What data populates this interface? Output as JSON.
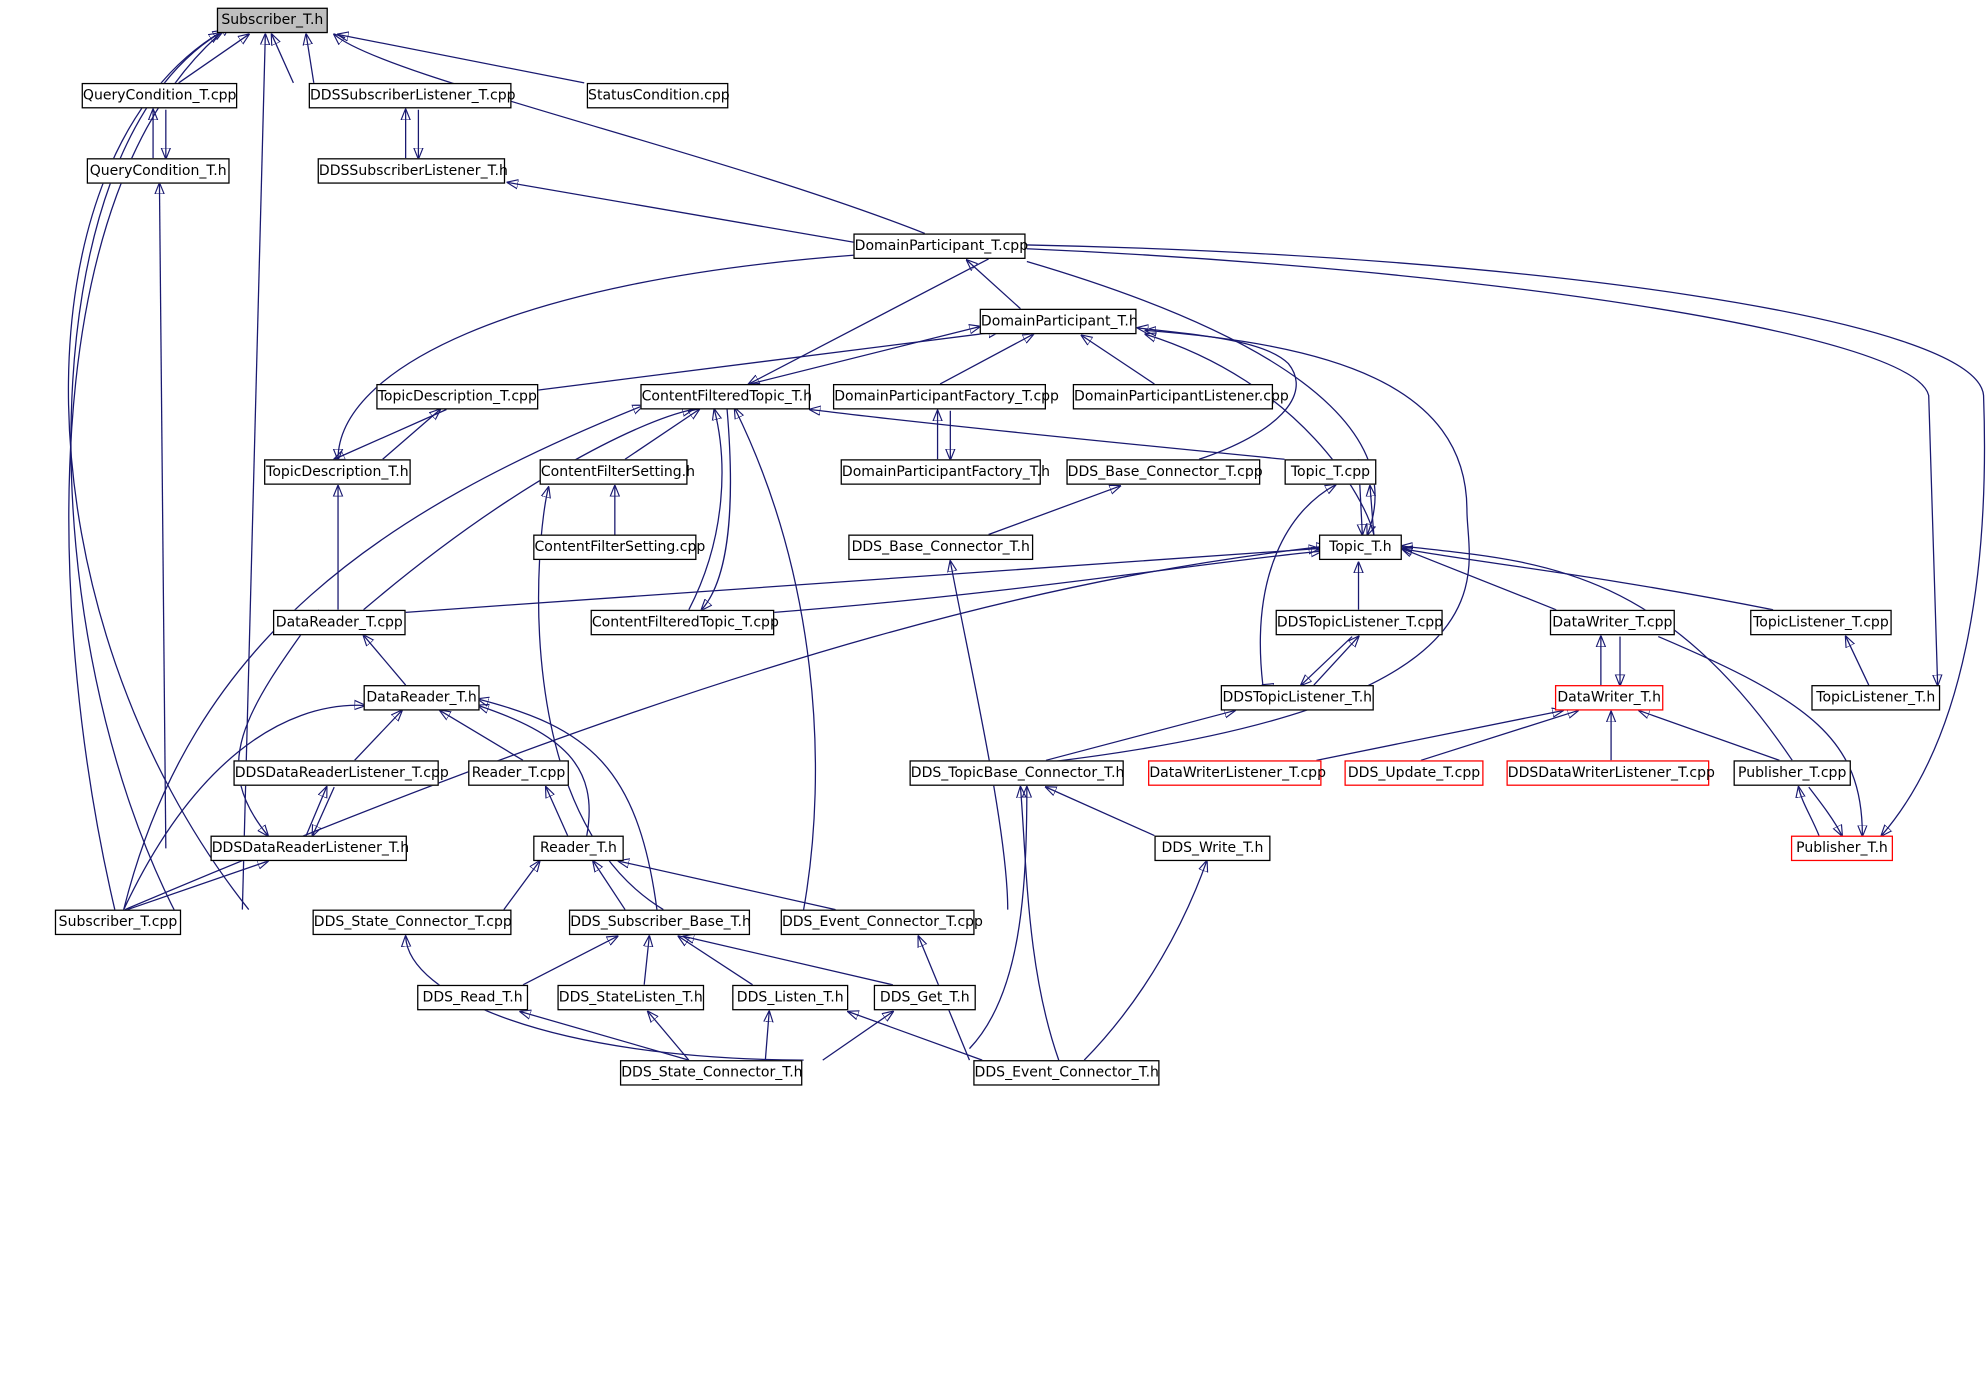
{
  "nodes": [
    {
      "id": "subscriber_h",
      "label": "Subscriber_T.h",
      "root": true
    },
    {
      "id": "querycond_cpp",
      "label": "QueryCondition_T.cpp"
    },
    {
      "id": "ddssublistener_cpp",
      "label": "DDSSubscriberListener_T.cpp"
    },
    {
      "id": "statuscond_cpp",
      "label": "StatusCondition.cpp"
    },
    {
      "id": "querycond_h",
      "label": "QueryCondition_T.h"
    },
    {
      "id": "ddssublistener_h",
      "label": "DDSSubscriberListener_T.h"
    },
    {
      "id": "dp_cpp",
      "label": "DomainParticipant_T.cpp"
    },
    {
      "id": "dp_h",
      "label": "DomainParticipant_T.h"
    },
    {
      "id": "topicdesc_cpp",
      "label": "TopicDescription_T.cpp"
    },
    {
      "id": "cft_h",
      "label": "ContentFilteredTopic_T.h"
    },
    {
      "id": "dpf_cpp",
      "label": "DomainParticipantFactory_T.cpp"
    },
    {
      "id": "dplistener_cpp",
      "label": "DomainParticipantListener.cpp"
    },
    {
      "id": "topicdesc_h",
      "label": "TopicDescription_T.h"
    },
    {
      "id": "cfs_h",
      "label": "ContentFilterSetting.h"
    },
    {
      "id": "dpf_h",
      "label": "DomainParticipantFactory_T.h"
    },
    {
      "id": "ddsbase_cpp",
      "label": "DDS_Base_Connector_T.cpp"
    },
    {
      "id": "topic_cpp",
      "label": "Topic_T.cpp"
    },
    {
      "id": "cfs_cpp",
      "label": "ContentFilterSetting.cpp"
    },
    {
      "id": "ddsbase_h",
      "label": "DDS_Base_Connector_T.h"
    },
    {
      "id": "topic_h",
      "label": "Topic_T.h"
    },
    {
      "id": "datareader_cpp",
      "label": "DataReader_T.cpp"
    },
    {
      "id": "cft_cpp",
      "label": "ContentFilteredTopic_T.cpp"
    },
    {
      "id": "ddstopiclistener_cpp",
      "label": "DDSTopicListener_T.cpp"
    },
    {
      "id": "datawriter_cpp",
      "label": "DataWriter_T.cpp"
    },
    {
      "id": "topiclistener_cpp",
      "label": "TopicListener_T.cpp"
    },
    {
      "id": "datareader_h",
      "label": "DataReader_T.h"
    },
    {
      "id": "ddstopiclistener_h",
      "label": "DDSTopicListener_T.h"
    },
    {
      "id": "datawriter_h",
      "label": "DataWriter_T.h",
      "red": true
    },
    {
      "id": "topiclistener_h",
      "label": "TopicListener_T.h"
    },
    {
      "id": "ddsdrlistener_cpp",
      "label": "DDSDataReaderListener_T.cpp"
    },
    {
      "id": "reader_cpp",
      "label": "Reader_T.cpp"
    },
    {
      "id": "ddstopicbase_h",
      "label": "DDS_TopicBase_Connector_T.h"
    },
    {
      "id": "dwlistener_cpp",
      "label": "DataWriterListener_T.cpp",
      "red": true
    },
    {
      "id": "ddsupdate_cpp",
      "label": "DDS_Update_T.cpp",
      "red": true
    },
    {
      "id": "ddsdwlistener_cpp",
      "label": "DDSDataWriterListener_T.cpp",
      "red": true
    },
    {
      "id": "publisher_cpp",
      "label": "Publisher_T.cpp"
    },
    {
      "id": "ddsdrlistener_h",
      "label": "DDSDataReaderListener_T.h"
    },
    {
      "id": "reader_h",
      "label": "Reader_T.h"
    },
    {
      "id": "ddswrite_h",
      "label": "DDS_Write_T.h"
    },
    {
      "id": "publisher_h",
      "label": "Publisher_T.h",
      "red": true
    },
    {
      "id": "subscriber_cpp",
      "label": "Subscriber_T.cpp"
    },
    {
      "id": "ddsstate_cpp",
      "label": "DDS_State_Connector_T.cpp"
    },
    {
      "id": "ddssubbase_h",
      "label": "DDS_Subscriber_Base_T.h"
    },
    {
      "id": "ddsevent_cpp",
      "label": "DDS_Event_Connector_T.cpp"
    },
    {
      "id": "ddsread_h",
      "label": "DDS_Read_T.h"
    },
    {
      "id": "ddsstatelisten_h",
      "label": "DDS_StateListen_T.h"
    },
    {
      "id": "ddslisten_h",
      "label": "DDS_Listen_T.h"
    },
    {
      "id": "ddsget_h",
      "label": "DDS_Get_T.h"
    },
    {
      "id": "ddsstate_h",
      "label": "DDS_State_Connector_T.h"
    },
    {
      "id": "ddsevent_h",
      "label": "DDS_Event_Connector_T.h"
    }
  ],
  "colors": {
    "edge": "#191970",
    "node_border": "#000000",
    "highlight_border": "#ff0000",
    "root_fill": "#bfbfbf"
  }
}
